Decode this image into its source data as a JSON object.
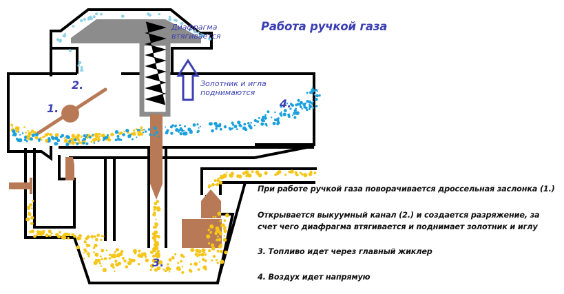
{
  "title": "Работа ручкой газа",
  "labels": {
    "diaphragm": [
      "Диафрагма",
      "втягивается"
    ],
    "slide_needle": [
      "Золотник и игла",
      "поднимаются"
    ],
    "n1": "1.",
    "n2": "2.",
    "n3": "3.",
    "n4": "4."
  },
  "description": [
    "При работе ручкой газа поворачивается дроссельная заслонка (1.)",
    "Открывается выкуумный канал (2.) и создается разряжение, за",
    "счет чего диафрагма втягивается и поднимает золотник и иглу",
    "3. Топливо идет через главный жиклер",
    "4. Воздух идет напрямую"
  ],
  "colors": {
    "outline": "#000000",
    "diaphragm": "#8c8c8c",
    "brass": "#b87a56",
    "fuel": "#f5c518",
    "air": "#1aa0dc",
    "vacuum": "#8fd3e8",
    "label": "#3b3fb3"
  }
}
